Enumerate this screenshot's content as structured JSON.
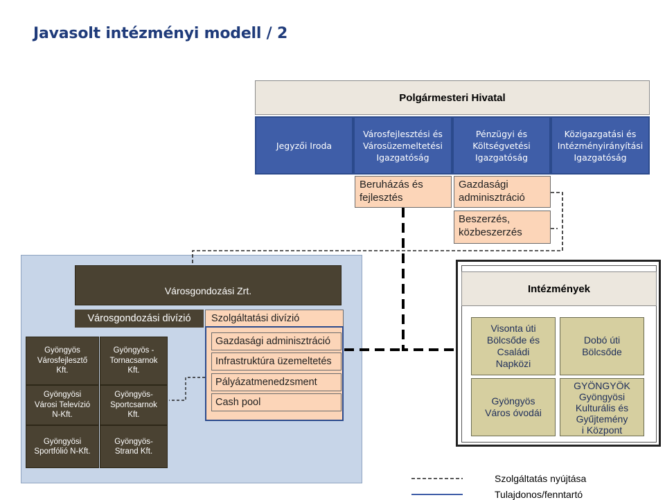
{
  "title": "Javasolt intézményi modell / 2",
  "hivatal": "Polgármesteri Hivatal",
  "directorates": [
    "Jegyzői Iroda",
    "Városfejlesztési és\nVárosüzemeltetési\nIgazgatóság",
    "Pénzügyi és\nKöltségvetési\nIgazgatóság",
    "Közigazgatási és\nIntézményirányítási\nIgazgatóság"
  ],
  "units": {
    "beruhazas": "Beruházás és\nfejlesztés",
    "gazdasagi": "Gazdasági\nadminisztráció",
    "beszerzes": "Beszerzés,\nközbeszerzés"
  },
  "zrt": {
    "name": "Városgondozási Zrt.",
    "division_left": "Városgondozási divízió",
    "division_right": "Szolgáltatási divízió",
    "services": [
      "Gazdasági adminisztráció",
      "Infrastruktúra üzemeltetés",
      "Pályázatmenedzsment",
      "Cash pool"
    ],
    "companies": [
      "Gyöngyös\nVárosfejlesztő\nKft.",
      "Gyöngyös -\nTornacsarnok\nKft.",
      "Gyöngyösi\nVárosi Televízió\nN-Kft.",
      "Gyöngyös-\nSportcsarnok\nKft.",
      "Gyöngyösi\nSportfólió N-Kft.",
      "Gyöngyös-\nStrand Kft."
    ]
  },
  "intezmenyek": {
    "title": "Intézmények",
    "items": [
      "Visonta úti\nBölcsőde és\nCsaládi\nNapközi",
      "Dobó úti\nBölcsőde",
      "Gyöngyös\nVáros óvodái",
      "GYÖNGYÖK\nGyöngyösi\nKulturális és\nGyűjtemény\ni Központ"
    ]
  },
  "legend": {
    "service": "Szolgáltatás nyújtása",
    "owner": "Tulajdonos/fenntartó"
  },
  "colors": {
    "directorate": "#3f5ea8",
    "unit": "#fcd5b8",
    "company": "#4a4232",
    "institution": "#d6cfa0",
    "zrt_background": "#c7d5e8"
  }
}
